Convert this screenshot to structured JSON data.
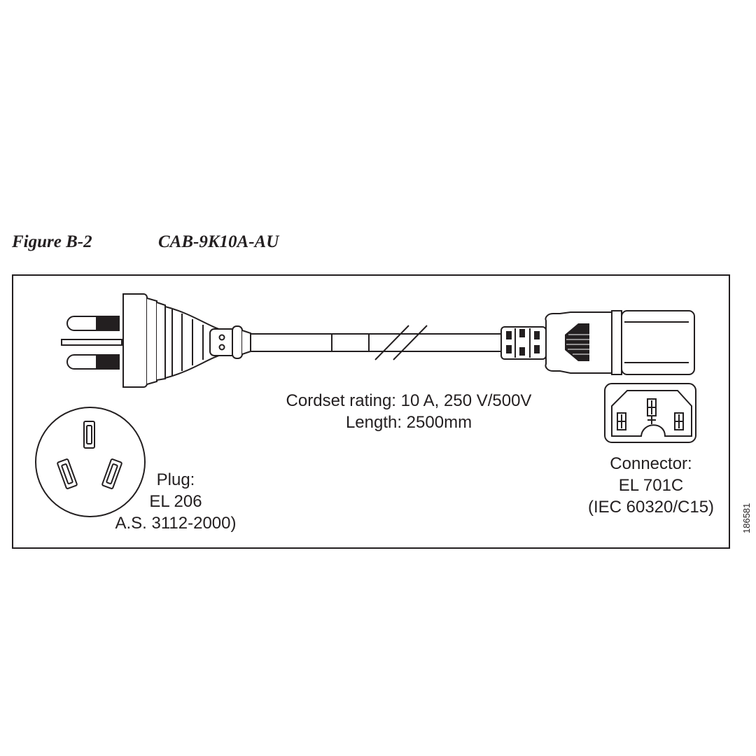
{
  "figure": {
    "number": "Figure B-2",
    "title": "CAB-9K10A-AU",
    "id": "186581"
  },
  "rating": {
    "line1": "Cordset rating: 10 A, 250 V/500V",
    "line2": "Length: 2500mm"
  },
  "plug": {
    "line1": "Plug:",
    "line2": "EL 206",
    "line3": "A.S. 3112-2000)"
  },
  "connector": {
    "line1": "Connector:",
    "line2": "EL 701C",
    "line3": "(IEC 60320/C15)"
  },
  "colors": {
    "ink": "#231f20",
    "background": "#ffffff"
  }
}
